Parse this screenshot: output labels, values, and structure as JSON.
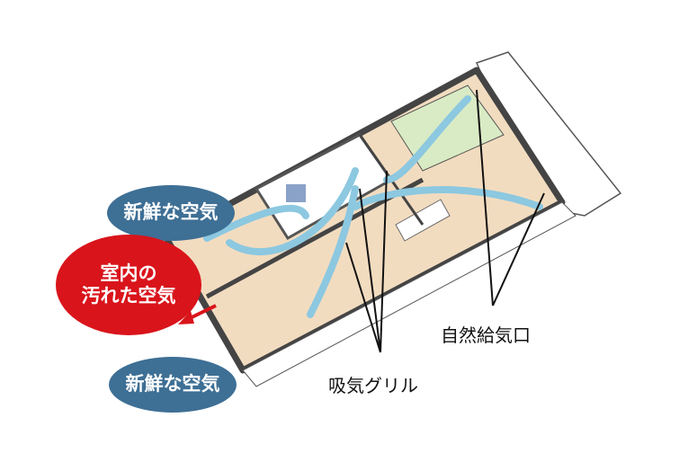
{
  "labels": {
    "fresh_air_top": "新鮮な空気",
    "dirty_air": "室内の\n汚れた空気",
    "fresh_air_bottom": "新鮮な空気",
    "natural_inlet": "自然給気口",
    "intake_grille": "吸気グリル"
  },
  "colors": {
    "fresh_air": "#3e6f95",
    "dirty_air": "#d9141b",
    "airflow": "#8cc8e0",
    "floor": "#f0d6b4"
  }
}
